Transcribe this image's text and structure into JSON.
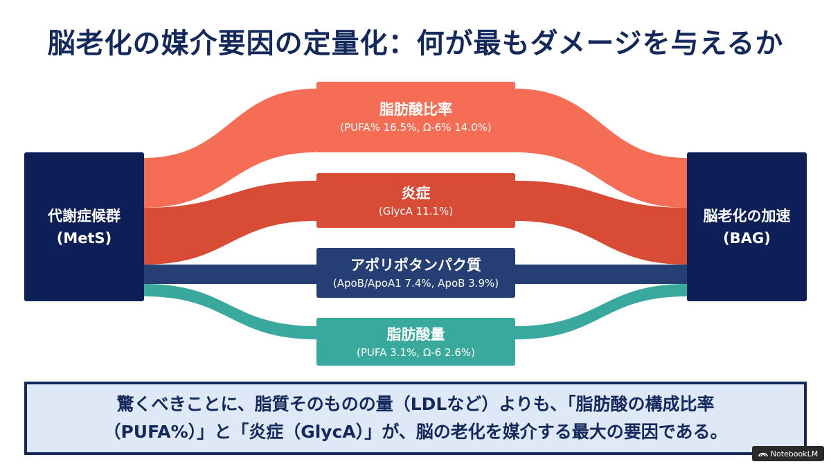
{
  "title": "脳老化の媒介要因の定量化：何が最もダメージを与えるか",
  "source_node": {
    "label": "代謝症候群",
    "sub": "(MetS)"
  },
  "target_node": {
    "label": "脳老化の加速",
    "sub": "(BAG)"
  },
  "mediators": [
    {
      "label": "脂肪酸比率",
      "detail": "(PUFA% 16.5%, Ω-6% 14.0%)",
      "color": "#f56d55"
    },
    {
      "label": "炎症",
      "detail": "(GlycA 11.1%)",
      "color": "#d84b34"
    },
    {
      "label": "アポリポタンパク質",
      "detail": "(ApoB/ApoA1 7.4%, ApoB 3.9%)",
      "color": "#253f75"
    },
    {
      "label": "脂肪酸量",
      "detail": "(PUFA 3.1%, Ω-6 2.6%)",
      "color": "#3aa99d"
    }
  ],
  "callout": {
    "line1": "驚くべきことに、脂質そのものの量（LDLなど）よりも、「脂肪酸の構成比率",
    "line2": "（PUFA%）」と「炎症（GlycA）」が、脳の老化を媒介する最大の要因である。"
  },
  "badge": {
    "text": "NotebookLM"
  },
  "colors": {
    "navy": "#0c1f57",
    "title": "#13295c",
    "callout_bg": "#dfe8f6"
  }
}
